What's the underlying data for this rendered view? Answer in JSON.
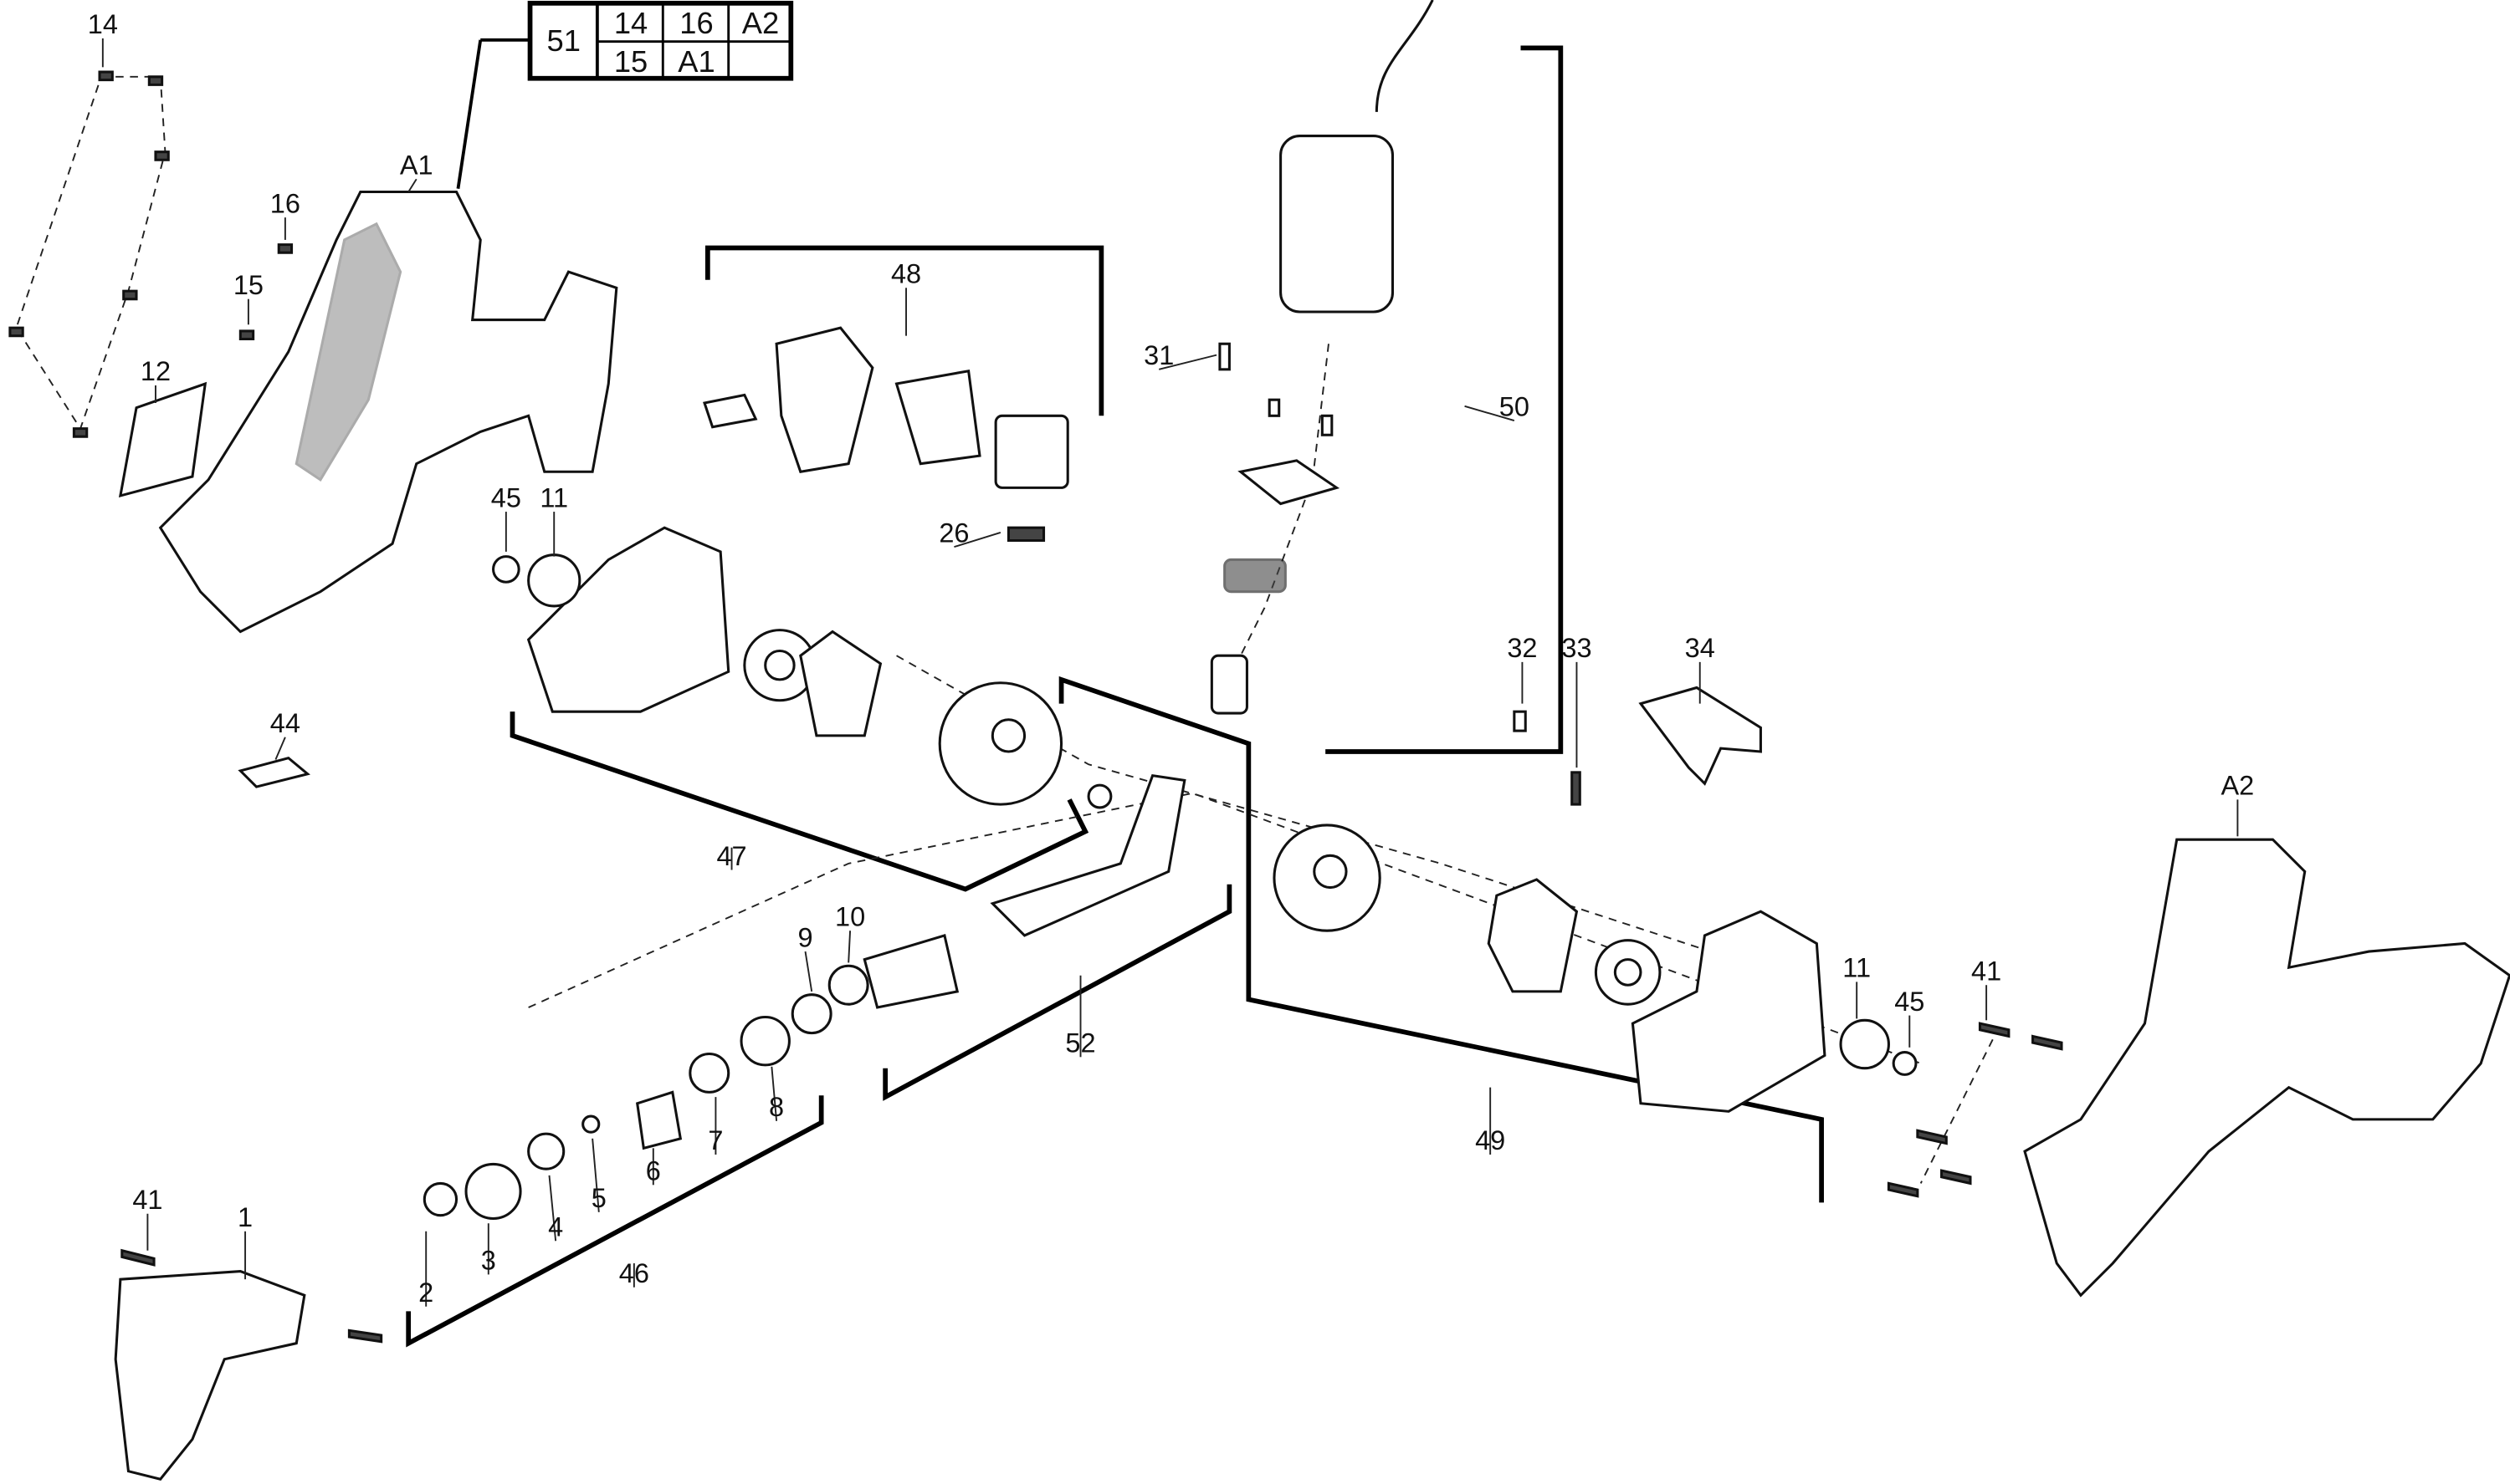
{
  "table": {
    "main": "51",
    "cells": [
      "14",
      "16",
      "A2",
      "15",
      "A1",
      ""
    ]
  },
  "callouts": [
    "14",
    "A1",
    "16",
    "15",
    "12",
    "45",
    "11",
    "44",
    "48",
    "26",
    "31",
    "50",
    "32",
    "33",
    "34",
    "47",
    "9",
    "10",
    "52",
    "A2",
    "41",
    "11",
    "45",
    "49",
    "41",
    "1",
    "2",
    "3",
    "4",
    "5",
    "6",
    "7",
    "8",
    "46"
  ]
}
